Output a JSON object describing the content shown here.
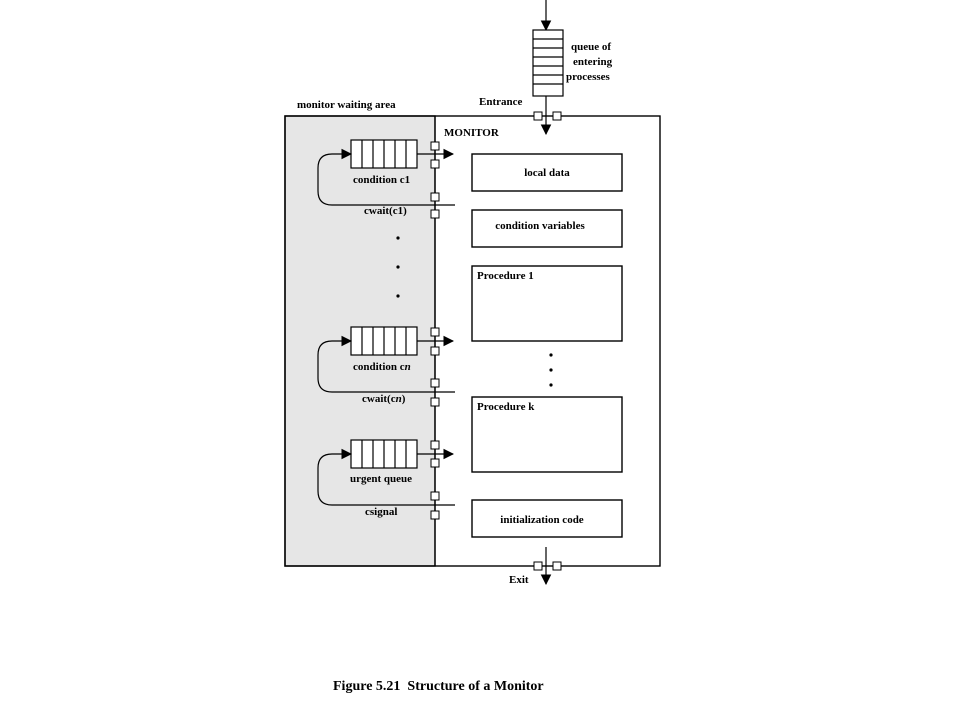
{
  "queue_label": [
    "queue of",
    "entering",
    "processes"
  ],
  "entrance_label": "Entrance",
  "waiting_area_label": "monitor waiting area",
  "monitor_label": "MONITOR",
  "queues": [
    {
      "condition": "condition c1",
      "wait": "cwait(c1)"
    },
    {
      "condition_prefix": "condition c",
      "condition_var": "n",
      "wait_prefix": "cwait(c",
      "wait_var": "n",
      "wait_suffix": ")"
    },
    {
      "condition": "urgent queue",
      "wait": "csignal"
    }
  ],
  "boxes": {
    "local_data": "local data",
    "condition_variables": "condition variables",
    "procedure_1": "Procedure 1",
    "procedure_k": "Procedure k",
    "init_code": "initialization code"
  },
  "exit_label": "Exit",
  "caption": "Figure 5.21  Structure of a Monitor",
  "colors": {
    "waiting_area": "#e6e6e6",
    "line": "#000000"
  }
}
